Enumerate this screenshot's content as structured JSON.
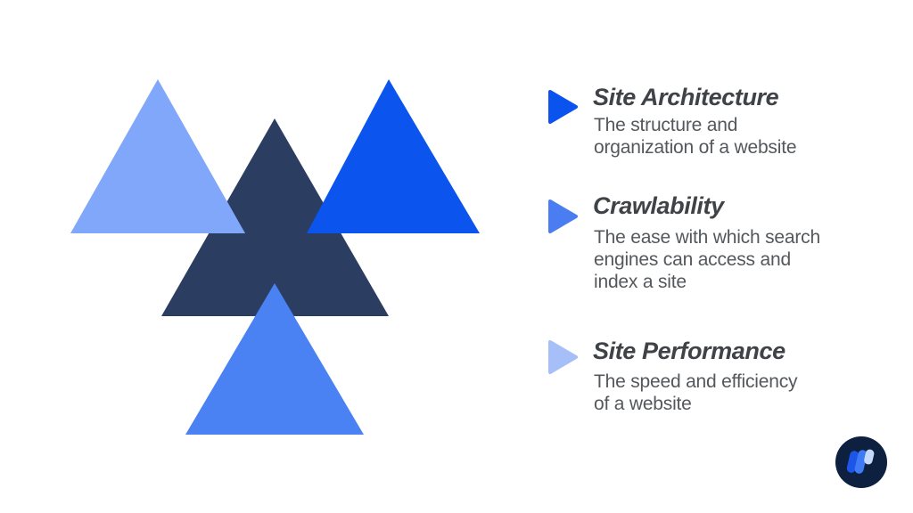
{
  "page": {
    "background_color": "#ffffff"
  },
  "text_colors": {
    "title": "#3f4247",
    "body": "#54585c"
  },
  "diagram": {
    "triangles": [
      {
        "name": "center",
        "color": "#2b3e62"
      },
      {
        "name": "top-left",
        "color": "#80a7fa"
      },
      {
        "name": "top-right",
        "color": "#0b54ee"
      },
      {
        "name": "bottom",
        "color": "#4a82f4"
      }
    ]
  },
  "items": [
    {
      "title": "Site Architecture",
      "bullet_color": "#0b53ee",
      "body_lines": [
        "The structure and",
        "organization of a website"
      ]
    },
    {
      "title": "Crawlability",
      "bullet_color": "#4a7df2",
      "body_lines": [
        "The ease with which search",
        "engines can access and",
        "index a site"
      ]
    },
    {
      "title": "Site Performance",
      "bullet_color": "#a6bff8",
      "body_lines": [
        "The speed and efficiency",
        "of a website"
      ]
    }
  ],
  "logo": {
    "circle_color": "#0d2040",
    "petal_colors": [
      "#1c55e8",
      "#3e7bf5",
      "#c4d9fc"
    ]
  }
}
